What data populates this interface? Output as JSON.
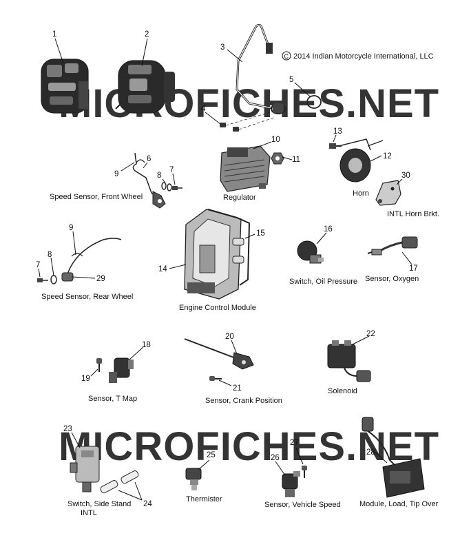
{
  "copyright": "2014 Indian Motorcycle International, LLC",
  "copyright_symbol": "C",
  "watermark": "MICROFICHES.NET",
  "captions": {
    "speed_front": "Speed Sensor, Front Wheel",
    "regulator": "Regulator",
    "horn": "Horn",
    "horn_brkt": "INTL Horn Brkt.",
    "speed_rear": "Speed Sensor, Rear Wheel",
    "ecm": "Engine Control Module",
    "oil_pressure": "Switch, Oil Pressure",
    "oxygen": "Sensor, Oxygen",
    "tmap": "Sensor, T Map",
    "crank": "Sensor, Crank Position",
    "solenoid": "Solenoid",
    "side_stand_1": "Switch, Side Stand",
    "side_stand_2": "INTL",
    "thermister": "Thermister",
    "vehicle_speed": "Sensor, Vehicle Speed",
    "tip_over": "Module, Load, Tip Over"
  },
  "callouts": {
    "c1": "1",
    "c2": "2",
    "c3": "3",
    "c4": "4",
    "c5": "5",
    "c6": "6",
    "c7a": "7",
    "c7b": "7",
    "c8a": "8",
    "c8b": "8",
    "c9a": "9",
    "c9b": "9",
    "c10": "10",
    "c11": "11",
    "c12": "12",
    "c13": "13",
    "c14": "14",
    "c15": "15",
    "c16": "16",
    "c17": "17",
    "c18": "18",
    "c19": "19",
    "c20": "20",
    "c21": "21",
    "c22": "22",
    "c23": "23",
    "c24": "24",
    "c25": "25",
    "c26": "26",
    "c27": "27",
    "c28": "28",
    "c29": "29",
    "c30": "30"
  }
}
